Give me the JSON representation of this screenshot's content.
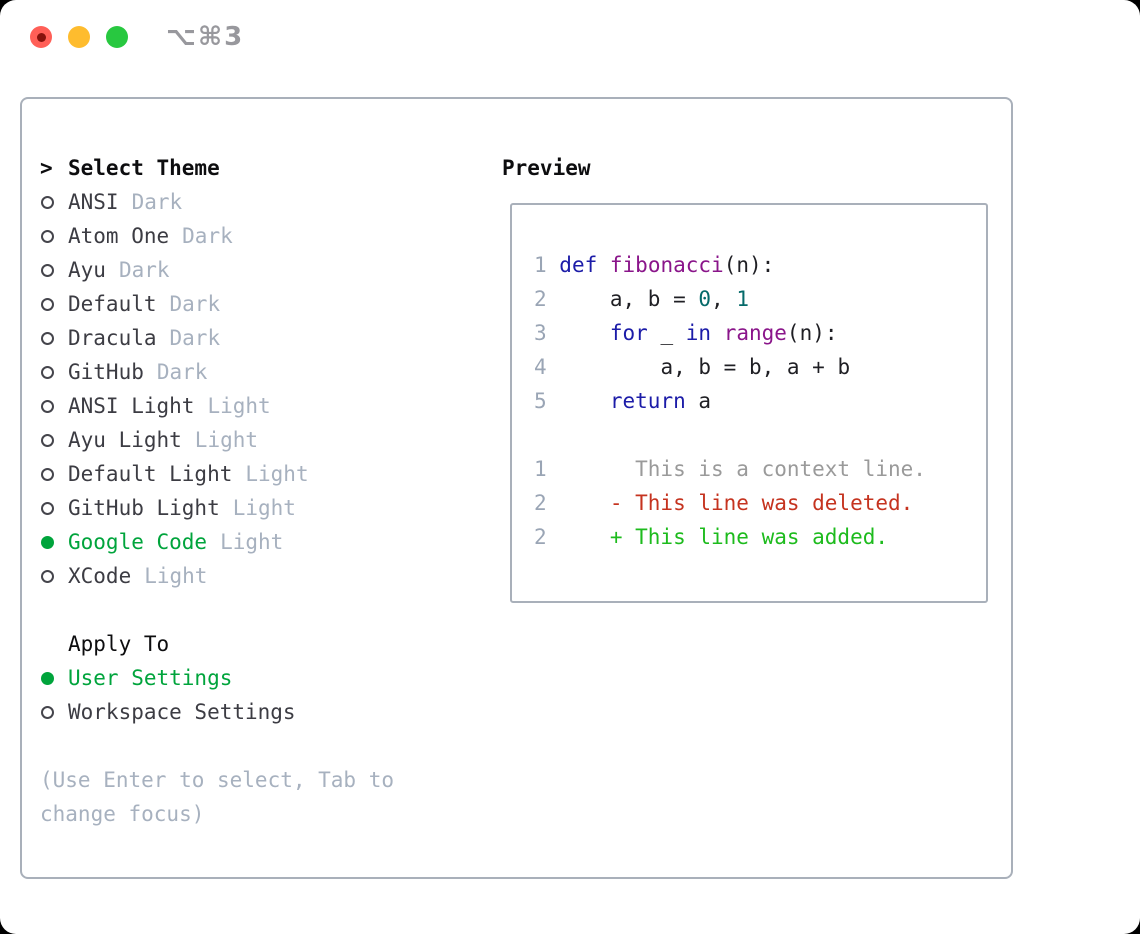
{
  "window": {
    "title": "⌥⌘3",
    "traffic_lights": [
      "close",
      "minimize",
      "zoom"
    ]
  },
  "theme_panel": {
    "header": {
      "prompt": ">",
      "label": "Select Theme"
    },
    "themes": [
      {
        "name": "ANSI",
        "tag": "Dark",
        "selected": false
      },
      {
        "name": "Atom One",
        "tag": "Dark",
        "selected": false
      },
      {
        "name": "Ayu",
        "tag": "Dark",
        "selected": false
      },
      {
        "name": "Default",
        "tag": "Dark",
        "selected": false
      },
      {
        "name": "Dracula",
        "tag": "Dark",
        "selected": false
      },
      {
        "name": "GitHub",
        "tag": "Dark",
        "selected": false
      },
      {
        "name": "ANSI Light",
        "tag": "Light",
        "selected": false
      },
      {
        "name": "Ayu Light",
        "tag": "Light",
        "selected": false
      },
      {
        "name": "Default Light",
        "tag": "Light",
        "selected": false
      },
      {
        "name": "GitHub Light",
        "tag": "Light",
        "selected": false
      },
      {
        "name": "Google Code",
        "tag": "Light",
        "selected": true
      },
      {
        "name": "XCode",
        "tag": "Light",
        "selected": false
      }
    ],
    "apply_to": {
      "label": "Apply To",
      "options": [
        {
          "name": "User Settings",
          "selected": true
        },
        {
          "name": "Workspace Settings",
          "selected": false
        }
      ]
    },
    "help": "(Use Enter to select, Tab to change focus)"
  },
  "preview": {
    "label": "Preview",
    "code_lines": [
      {
        "num": "1",
        "segments": [
          {
            "t": "def",
            "c": "keyword"
          },
          {
            "t": " ",
            "c": "plain"
          },
          {
            "t": "fibonacci",
            "c": "title"
          },
          {
            "t": "(n):",
            "c": "plain"
          }
        ]
      },
      {
        "num": "2",
        "segments": [
          {
            "t": "    a, b = ",
            "c": "plain"
          },
          {
            "t": "0",
            "c": "number"
          },
          {
            "t": ", ",
            "c": "plain"
          },
          {
            "t": "1",
            "c": "number"
          }
        ]
      },
      {
        "num": "3",
        "segments": [
          {
            "t": "    ",
            "c": "plain"
          },
          {
            "t": "for",
            "c": "keyword"
          },
          {
            "t": " _ ",
            "c": "plain"
          },
          {
            "t": "in",
            "c": "keyword"
          },
          {
            "t": " ",
            "c": "plain"
          },
          {
            "t": "range",
            "c": "title"
          },
          {
            "t": "(n):",
            "c": "plain"
          }
        ]
      },
      {
        "num": "4",
        "segments": [
          {
            "t": "        a, b = b, a + b",
            "c": "plain"
          }
        ]
      },
      {
        "num": "5",
        "segments": [
          {
            "t": "    ",
            "c": "plain"
          },
          {
            "t": "return",
            "c": "keyword"
          },
          {
            "t": " a",
            "c": "plain"
          }
        ]
      }
    ],
    "diff_lines": [
      {
        "num": "1",
        "marker": "",
        "text": "This is a context line.",
        "kind": "context"
      },
      {
        "num": "2",
        "marker": "-",
        "text": "This line was deleted.",
        "kind": "deleted"
      },
      {
        "num": "2",
        "marker": "+",
        "text": "This line was added.",
        "kind": "added"
      }
    ]
  },
  "colors": {
    "accent_green": "#00a43c",
    "diff_added": "#1dbb1d",
    "diff_deleted": "#c5331f",
    "diff_context": "#9a9a9a",
    "syntax_keyword": "#1c1ca8",
    "syntax_title": "#8a158a",
    "syntax_number": "#056a6a",
    "line_number": "#9aa5b5",
    "muted_text": "#a7b1bf",
    "traffic_red": "#ff5f57",
    "traffic_yellow": "#febc2e",
    "traffic_green": "#28c840"
  }
}
